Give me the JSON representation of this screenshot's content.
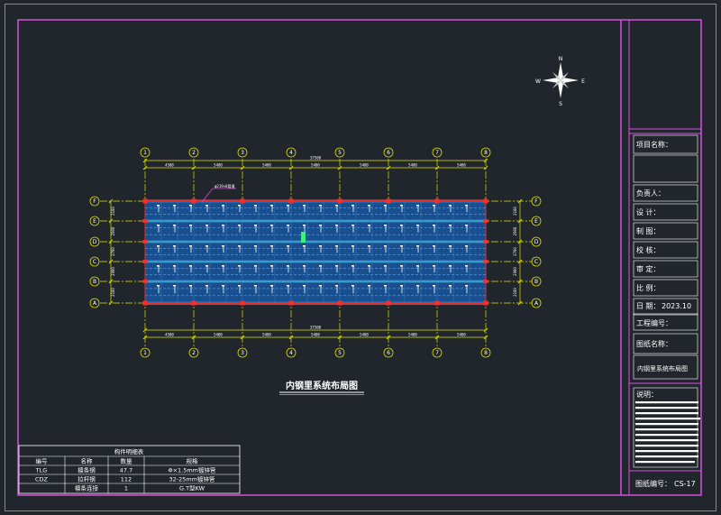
{
  "drawing_title": "内钢里系统布局图",
  "compass": {
    "north": "N",
    "east": "E",
    "south": "S",
    "west": "W"
  },
  "axes": {
    "columns": [
      "1",
      "2",
      "3",
      "4",
      "5",
      "6",
      "7",
      "8"
    ],
    "rows": [
      "A",
      "B",
      "C",
      "D",
      "E",
      "F"
    ]
  },
  "dimensions": {
    "top_total": "37500",
    "top_spans": [
      "4500",
      "5400",
      "5400",
      "5400",
      "5400",
      "5400",
      "5400"
    ],
    "bottom_total": "37500",
    "bottom_spans": [
      "4500",
      "5400",
      "5400",
      "5400",
      "5400",
      "5400",
      "5400"
    ],
    "left_spans": [
      "2100",
      "2900",
      "2700",
      "2900",
      "2100"
    ],
    "right_spans": [
      "2100",
      "2900",
      "2700",
      "2900",
      "2100"
    ],
    "callout": "φ219×6管道"
  },
  "title_block": {
    "project_name": "项目名称：",
    "owner": "负责人：",
    "design": "设  计：",
    "drafter": "制  图：",
    "checker": "校  核：",
    "reviewer": "审  定：",
    "scale": "比  例：",
    "date_label": "日  期：",
    "date_value": "2023.10",
    "project_no": "工程编号：",
    "drawing_name_label": "图纸名称：",
    "drawing_name_value": "内钢里系统布局图",
    "notes_label": "说明：",
    "drawing_no_label": "图纸编号：",
    "drawing_no_value": "CS-17"
  },
  "material_table": {
    "title": "构件明细表",
    "headers": [
      "编号",
      "名称",
      "数量",
      "规格"
    ],
    "rows": [
      [
        "TLG",
        "檩条钢",
        "47.7",
        "Φ×1.5mm镀锌管"
      ],
      [
        "CDZ",
        "拉杆钢",
        "112",
        "32-25mm镀锌管"
      ],
      [
        "",
        "檩条连接",
        "1",
        "G.T型KW"
      ]
    ]
  }
}
